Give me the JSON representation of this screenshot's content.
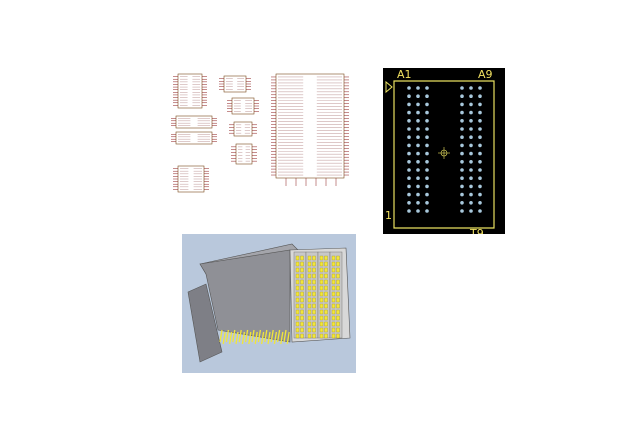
{
  "colors": {
    "page_bg": "#ffffff",
    "schematic_line": "#8b1a1a",
    "schematic_symbol": "#7a4a1a",
    "pcb_bg": "#000000",
    "pcb_outline": "#e8e060",
    "pcb_pad": "#a8c8dc",
    "model_bg": "#b9c8dc",
    "connector_body": "#8f9096",
    "connector_pins": "#f2e63a"
  },
  "footprint": {
    "label_top_left": "A1",
    "label_top_right": "A9",
    "label_left": "1",
    "label_bottom": "T9"
  },
  "icons": {
    "footprint_marker": "triangle-marker-icon",
    "footprint_origin": "crosshair-icon"
  }
}
